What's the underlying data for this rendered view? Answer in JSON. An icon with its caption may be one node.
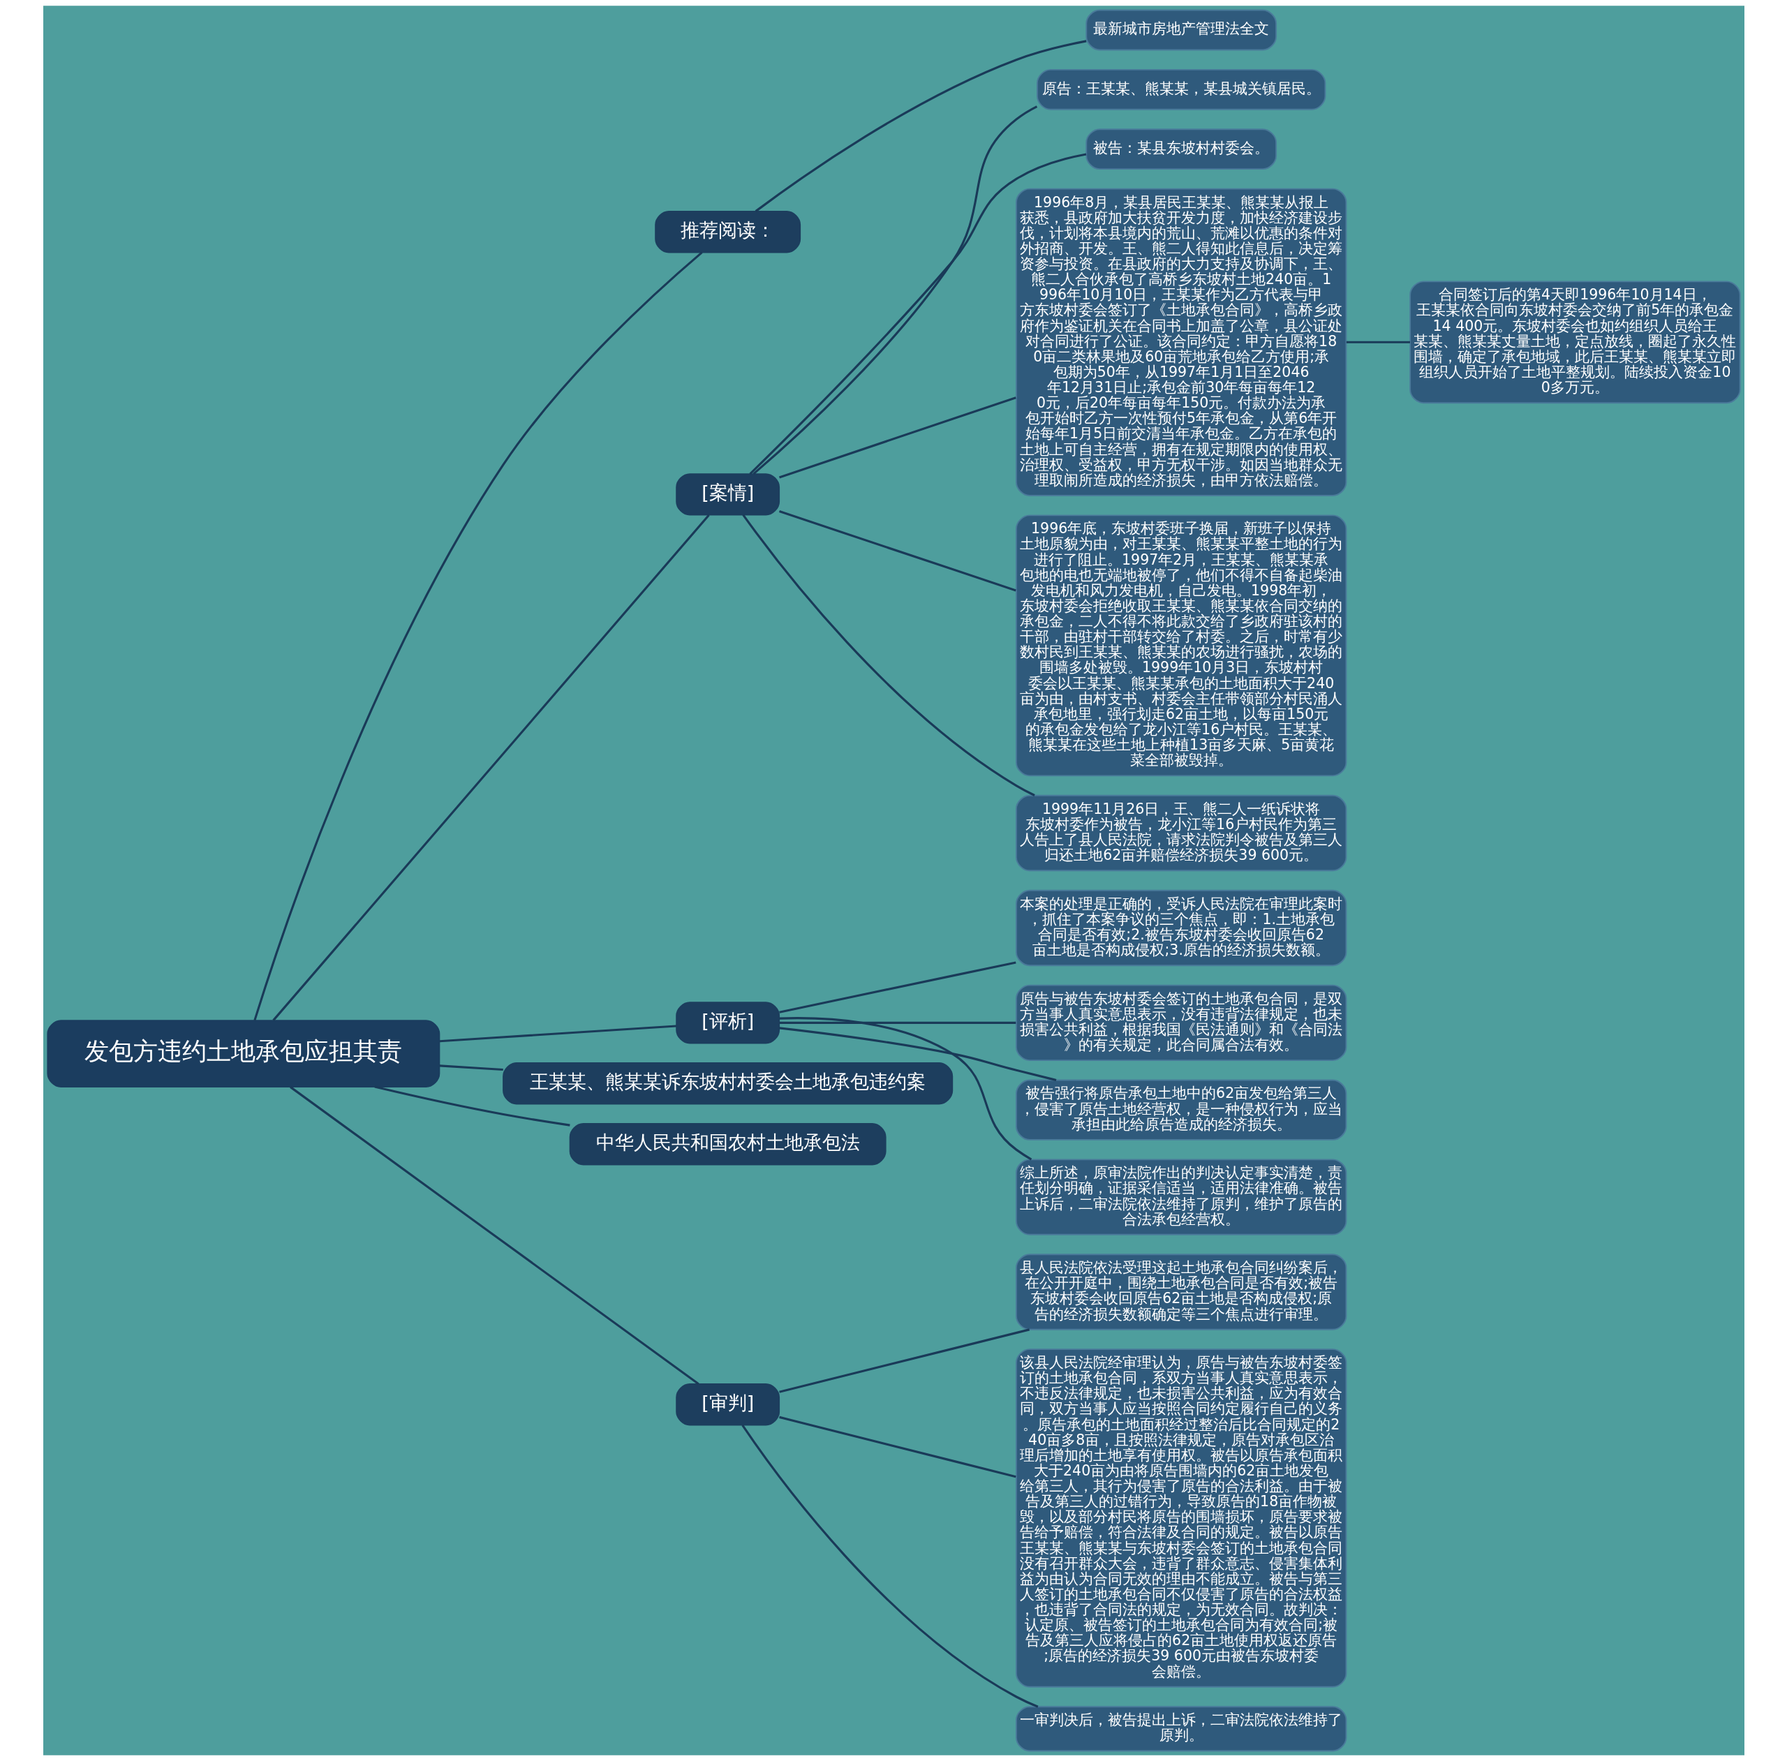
{
  "diagram": {
    "nodes": [
      {
        "text": [
          "发包方违约土地承包应担其责"
        ]
      },
      {
        "text": [
          "推荐阅读："
        ]
      },
      {
        "text": [
          "最新城市房地产管理法全文"
        ]
      },
      {
        "text": [
          "[案情]"
        ]
      },
      {
        "text": [
          "原告：王某某、熊某某，某县城关镇居民。"
        ]
      },
      {
        "text": [
          "被告：某县东坡村村委会。"
        ]
      },
      {
        "text": [
          "1996年8月，某县居民王某某、熊某某从报上获悉，县政府加大扶贫开发力度，加快经济建设步伐，计划将本县境内的荒山、荒滩以优惠的条件对外招商、开发。王、熊二人得知此信息后，决定筹资参与投资。在县政府的大力支持及协调下，王、熊二人合伙承包了高桥乡东坡村土地240亩。1996年10月10日，王某某作为乙方代表与甲方东坡村委会签订了《土地承包合同》，高桥乡政府作为鉴证机关在合同书上加盖了公章，县公证处对合同进行了公证。该合同约定：甲方自愿将180亩二类林果地及60亩荒地承包给乙方使用;承包期为50年，从1997年1月1日至2046年12月31日止;承包金前30年每亩每年120元，后20年每亩每年150元。付款办法为承包开始时乙方一次性预付5年承包金，从第6年开始每年1月5日前交清当年承包金。乙方在承包的土地上可自主经营，拥有在规定期限内的使用权、治理权、受益权，甲方无权干涉。如因当地群众无理取闹所造成的经济损失，由甲方依法赔偿。"
        ]
      },
      {
        "text": [
          "合同签订后的第4天即1996年10月14日，王某某依合同向东坡村委会交纳了前5年的承包金14 400元。东坡村委会也如约组织人员给王某某、熊某某丈量土地，定点放线，圈起了永久性围墙，确定了承包地域，此后王某某、熊某某立即组织人员开始了土地平整规划。陆续投入资金100多万元。"
        ]
      },
      {
        "text": [
          "1996年底，东坡村委班子换届，新班子以保持土地原貌为由，对王某某、熊某某平整土地的行为进行了阻止。1997年2月，王某某、熊某某承包地的电也无端地被停了，他们不得不自备起柴油发电机和风力发电机，自己发电。1998年初，东坡村委会拒绝收取王某某、熊某某依合同交纳的承包金，二人不得不将此款交给了乡政府驻该村的干部，由驻村干部转交给了村委。之后，时常有少数村民到王某某、熊某某的农场进行骚扰，农场的围墙多处被毁。1999年10月3日，东坡村村委会以王某某、熊某某承包的土地面积大于240亩为由，由村支书、村委会主任带领部分村民涌人承包地里，强行划走62亩土地，以每亩150元的承包金发包给了龙小江等16户村民。王某某、熊某某在这些土地上种植13亩多天麻、5亩黄花菜全部被毁掉。"
        ]
      },
      {
        "text": [
          "1999年11月26日，王、熊二人一纸诉状将东坡村委作为被告，龙小江等16户村民作为第三人告上了县人民法院，请求法院判令被告及第三人归还土地62亩并赔偿经济损失39 600元。"
        ]
      },
      {
        "text": [
          "[评析]"
        ]
      },
      {
        "text": [
          "本案的处理是正确的，受诉人民法院在审理此案时，抓住了本案争议的三个焦点，即：1.土地承包合同是否有效;2.被告东坡村委会收回原告62亩土地是否构成侵权;3.原告的经济损失数额。"
        ]
      },
      {
        "text": [
          "原告与被告东坡村委会签订的土地承包合同，是双方当事人真实意思表示，没有违背法律规定，也未损害公共利益，根据我国《民法通则》和《合同法》的有关规定，此合同属合法有效。"
        ]
      },
      {
        "text": [
          "被告强行将原告承包土地中的62亩发包给第三人，侵害了原告土地经营权，是一种侵权行为，应当承担由此给原告造成的经济损失。"
        ]
      },
      {
        "text": [
          "综上所述，原审法院作出的判决认定事实清楚，责任划分明确，证据采信适当，适用法律准确。被告上诉后，二审法院依法维持了原判，维护了原告的合法承包经营权。"
        ]
      },
      {
        "text": [
          "王某某、熊某某诉东坡村村委会土地承包违约案"
        ]
      },
      {
        "text": [
          "中华人民共和国农村土地承包法"
        ]
      },
      {
        "text": [
          "[审判]"
        ]
      },
      {
        "text": [
          "县人民法院依法受理这起土地承包合同纠纷案后，在公开开庭中，围绕土地承包合同是否有效;被告东坡村委会收回原告62亩土地是否构成侵权;原告的经济损失数额确定等三个焦点进行审理。"
        ]
      },
      {
        "text": [
          "该县人民法院经审理认为，原告与被告东坡村委签订的土地承包合同，系双方当事人真实意思表示，不违反法律规定，也未损害公共利益，应为有效合同，双方当事人应当按照合同约定履行自己的义务。原告承包的土地面积经过整治后比合同规定的240亩多8亩，且按照法律规定，原告对承包区治理后增加的土地享有使用权。被告以原告承包面积大于240亩为由将原告围墙内的62亩土地发包给第三人，其行为侵害了原告的合法利益。由于被告及第三人的过错行为，导致原告的18亩作物被毁，以及部分村民将原告的围墙损坏，原告要求被告给予赔偿，符合法律及合同的规定。被告以原告王某某、熊某某与东坡村委会签订的土地承包合同没有召开群众大会，违背了群众意志、侵害集体利益为由认为合同无效的理由不能成立。被告与第三人签订的土地承包合同不仅侵害了原告的合法权益，也违背了合同法的规定，为无效合同。故判决：认定原、被告签订的土地承包合同为有效合同;被告及第三人应将侵占的62亩土地使用权返还原告;原告的经济损失39 600元由被告东坡村委会赔偿。"
        ]
      },
      {
        "text": [
          "一审判决后，被告提出上诉，二审法院依法维持了原判。"
        ]
      }
    ],
    "edges": [
      {
        "from": 0,
        "to": 1,
        "arrow": "none"
      },
      {
        "from": 1,
        "to": 2,
        "arrow": "none"
      },
      {
        "from": 0,
        "to": 3,
        "arrow": "none"
      },
      {
        "from": 3,
        "to": 4,
        "arrow": "none"
      },
      {
        "from": 3,
        "to": 5,
        "arrow": "none"
      },
      {
        "from": 3,
        "to": 6,
        "arrow": "none"
      },
      {
        "from": 6,
        "to": 7,
        "arrow": "none"
      },
      {
        "from": 3,
        "to": 8,
        "arrow": "none"
      },
      {
        "from": 3,
        "to": 9,
        "arrow": "none"
      },
      {
        "from": 0,
        "to": 10,
        "arrow": "none"
      },
      {
        "from": 10,
        "to": 11,
        "arrow": "none"
      },
      {
        "from": 10,
        "to": 12,
        "arrow": "none"
      },
      {
        "from": 10,
        "to": 13,
        "arrow": "none"
      },
      {
        "from": 10,
        "to": 14,
        "arrow": "none"
      },
      {
        "from": 0,
        "to": 15,
        "arrow": "none"
      },
      {
        "from": 0,
        "to": 16,
        "arrow": "none"
      },
      {
        "from": 0,
        "to": 17,
        "arrow": "none"
      },
      {
        "from": 17,
        "to": 18,
        "arrow": "none"
      },
      {
        "from": 17,
        "to": 19,
        "arrow": "none"
      },
      {
        "from": 17,
        "to": 20,
        "arrow": "none"
      }
    ]
  }
}
